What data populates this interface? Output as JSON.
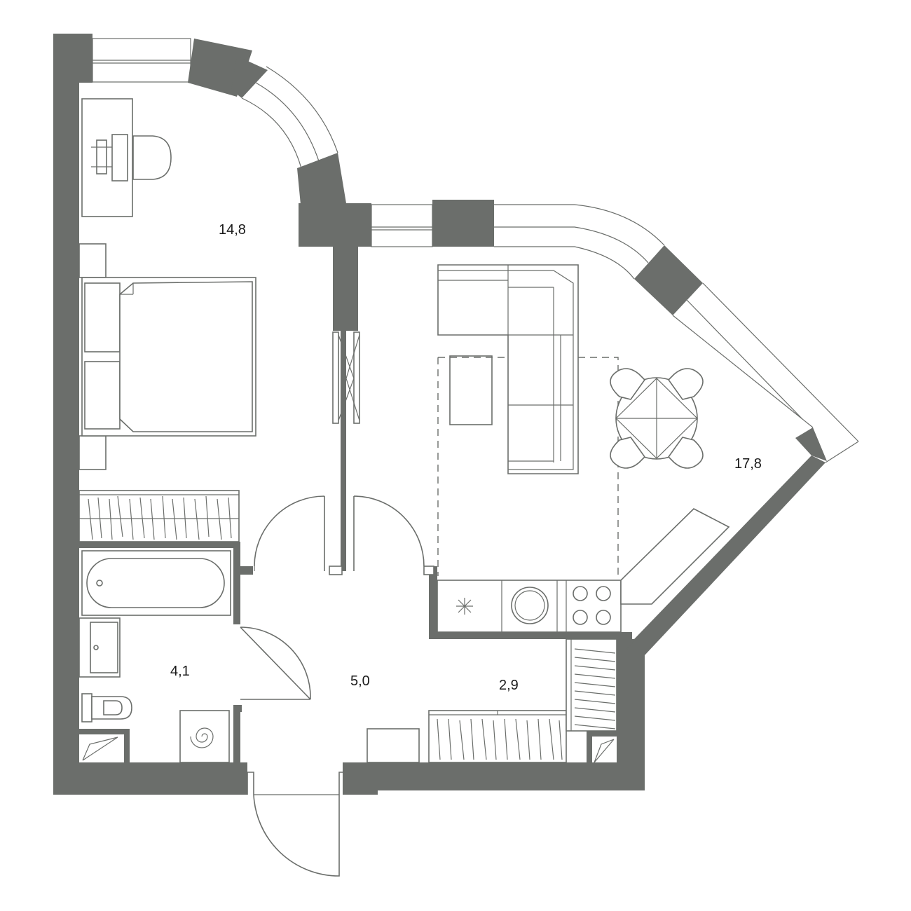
{
  "rooms": {
    "bedroom_area": "14,8",
    "living_area": "17,8",
    "bathroom_area": "4,1",
    "hall_area": "5,0",
    "storage_area": "2,9"
  },
  "colors": {
    "wall": "#6b6e6b",
    "line": "#6b6e6b",
    "background": "#ffffff",
    "text": "#1a1a1a"
  }
}
